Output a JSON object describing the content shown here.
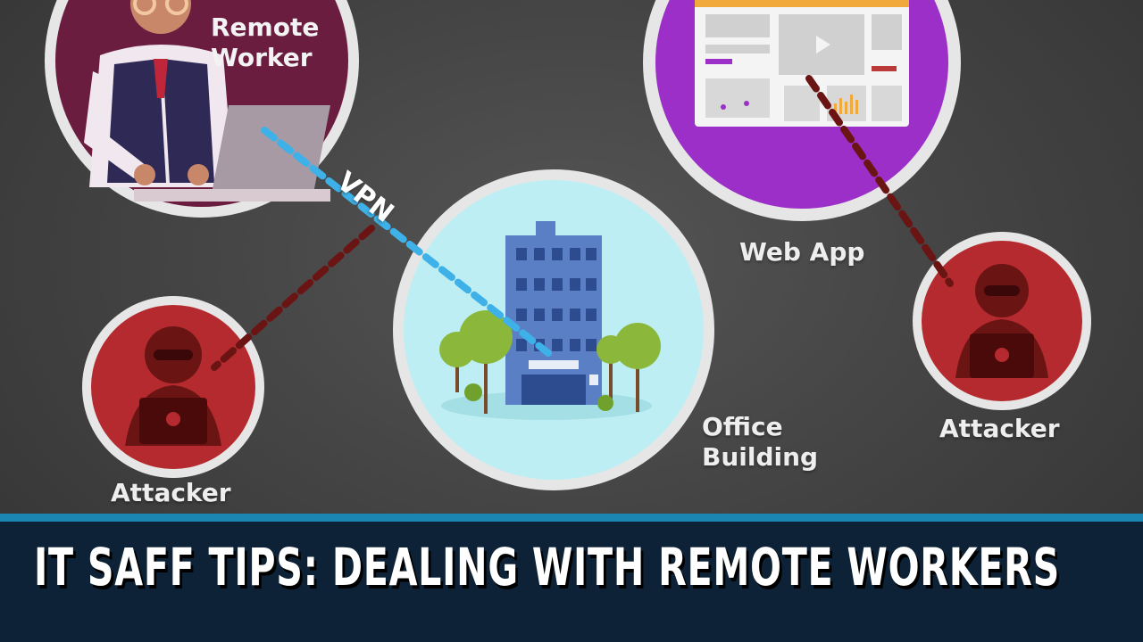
{
  "labels": {
    "remote_worker": "Remote Worker",
    "vpn": "VPN",
    "web_app": "Web App",
    "office_building": "Office Building",
    "attacker_left": "Attacker",
    "attacker_right": "Attacker"
  },
  "banner": {
    "title": "IT SAFF TIPS: DEALING WITH REMOTE WORKERS"
  },
  "colors": {
    "background": "#444444",
    "remote_worker_circle": "#6b1d40",
    "web_app_circle": "#9b2fc7",
    "office_circle": "#bdeef3",
    "attacker_circle": "#b52a2e",
    "vpn_line": "#3eb2e8",
    "attack_line": "#6b1414",
    "banner_bg": "#0d2236",
    "banner_stripe": "#1c86b3"
  }
}
